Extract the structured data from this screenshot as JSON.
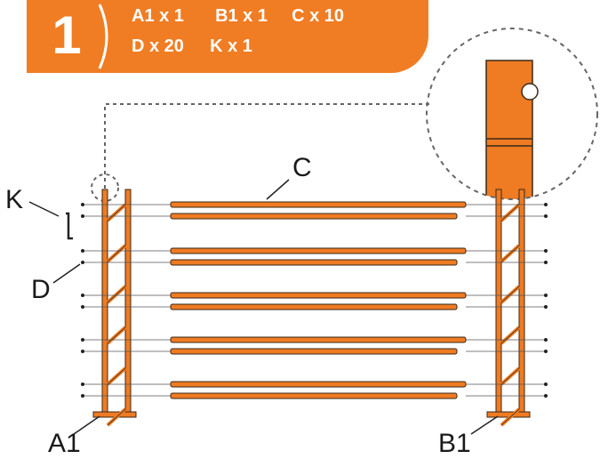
{
  "step": {
    "number": "1"
  },
  "parts_list": {
    "line1": [
      "A1 x 1",
      "B1 x 1",
      "C x 10"
    ],
    "line2": [
      "D x 20",
      "K x 1"
    ]
  },
  "callouts": {
    "c": "C",
    "k": "K",
    "d": "D",
    "a1": "A1",
    "b1": "B1"
  },
  "colors": {
    "accent": "#f07d23",
    "wood": "#ef7b22",
    "outline": "#3a2a1a",
    "dash": "#666666"
  }
}
